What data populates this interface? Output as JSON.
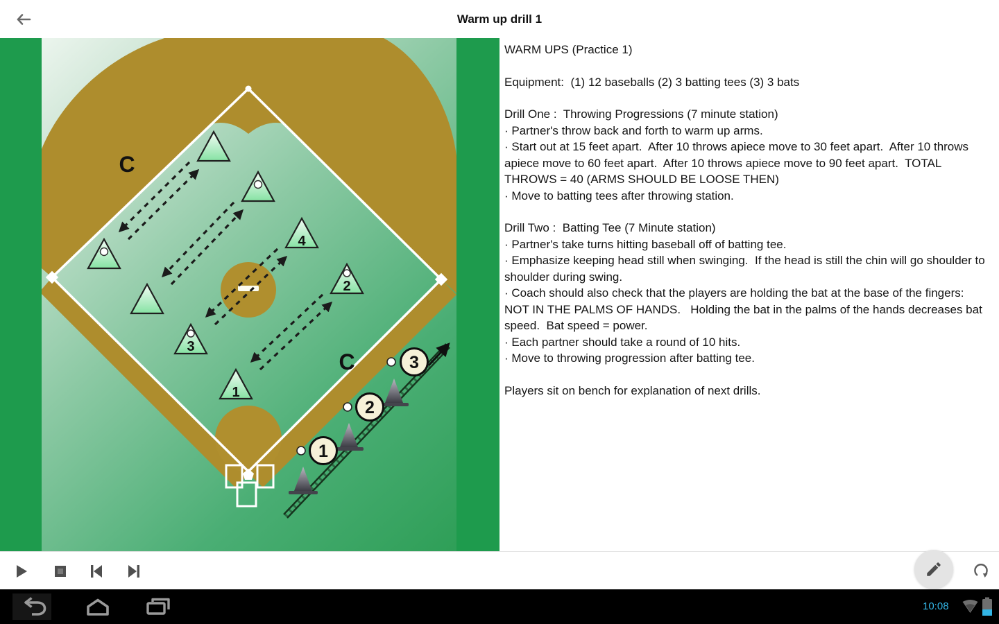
{
  "app_bar": {
    "title": "Warm up drill 1",
    "back_icon": "arrow-left"
  },
  "instructions": {
    "paragraphs": [
      "WARM UPS (Practice 1)",
      "Equipment:  (1) 12 baseballs (2) 3 batting tees (3) 3 bats",
      "Drill One :  Throwing Progressions (7 minute station)\n· Partner's throw back and forth to warm up arms.\n· Start out at 15 feet apart.  After 10 throws apiece move to 30 feet apart.  After 10 throws apiece move to 60 feet apart.  After 10 throws apiece move to 90 feet apart.  TOTAL THROWS = 40 (ARMS SHOULD BE LOOSE THEN)\n· Move to batting tees after throwing station.",
      "Drill Two :  Batting Tee (7 Minute station)\n· Partner's take turns hitting baseball off of batting tee.\n· Emphasize keeping head still when swinging.  If the head is still the chin will go shoulder to shoulder during swing.\n· Coach should also check that the players are holding the bat at the base of the fingers:   NOT IN THE PALMS OF HANDS.   Holding the bat in the palms of the hands decreases bat speed.  Bat speed = power.\n· Each partner should take a round of 10 hits.\n· Move to throwing progression after batting tee.",
      "Players sit on bench for explanation of next drills."
    ]
  },
  "diagram": {
    "description": "Baseball infield diagram with throwing-lane cones and batting tee stations",
    "coach_labels": [
      "C",
      "C"
    ],
    "cone_numbers": [
      "4",
      "2",
      "3",
      "1"
    ],
    "station_numbers": [
      "1",
      "2",
      "3"
    ]
  },
  "toolbar": {
    "buttons": [
      "play",
      "stop",
      "skip-previous",
      "skip-next"
    ],
    "fab": "edit",
    "refresh": "refresh"
  },
  "nav_bar": {
    "time": "10:08",
    "buttons": [
      "back",
      "home",
      "recents"
    ]
  },
  "colors": {
    "accent_blue": "#33b5e5",
    "side_strip_green": "#1e9b4d",
    "dirt_tan": "#ae8d2d",
    "grass_green": "#2f9f58",
    "cone_green": "#8ce0a4",
    "station_cream": "#f6f1d8"
  }
}
